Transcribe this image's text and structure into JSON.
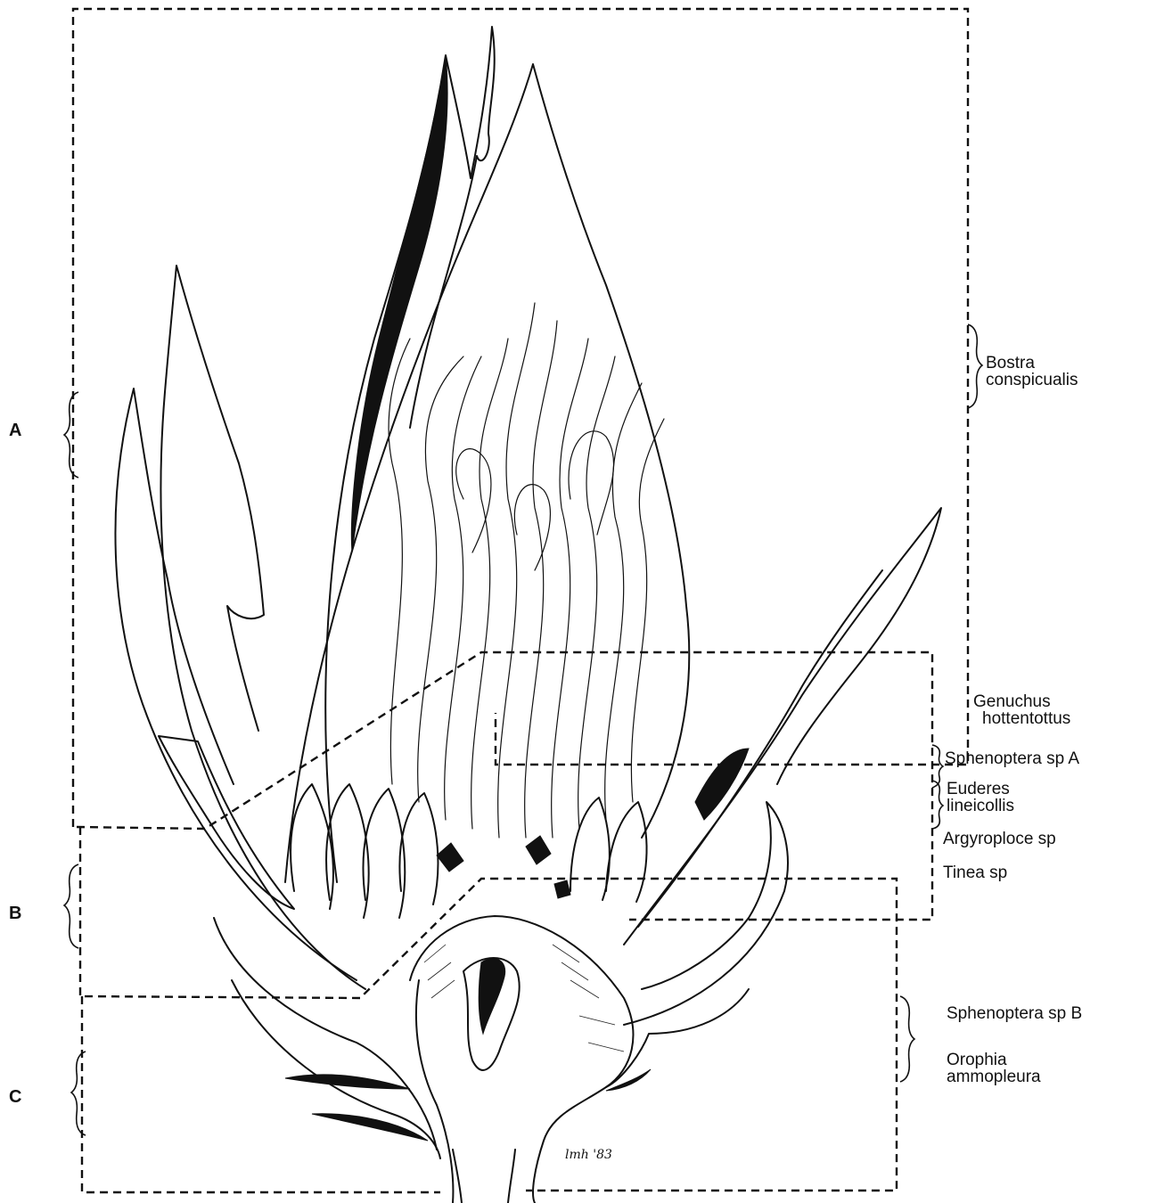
{
  "zones": [
    {
      "id": "A",
      "label": "A"
    },
    {
      "id": "B",
      "label": "B"
    },
    {
      "id": "C",
      "label": "C"
    }
  ],
  "species": [
    {
      "id": "bostra",
      "line1": "Bostra",
      "line2": "conspicualis"
    },
    {
      "id": "genuchus",
      "line1": "Genuchus",
      "line2": "hottentottus"
    },
    {
      "id": "sphenoptera-a",
      "line1": "Sphenoptera sp A"
    },
    {
      "id": "euderes",
      "line1": "Euderes",
      "line2": "lineicollis"
    },
    {
      "id": "argyroploce",
      "line1": "Argyroploce sp"
    },
    {
      "id": "tinea",
      "line1": "Tinea sp"
    },
    {
      "id": "sphenoptera-b",
      "line1": "Sphenoptera sp B"
    },
    {
      "id": "orophia",
      "line1": "Orophia",
      "line2": "ammopleura"
    }
  ],
  "signature": "lmh '83",
  "colors": {
    "ink": "#111111",
    "paper": "#ffffff"
  }
}
